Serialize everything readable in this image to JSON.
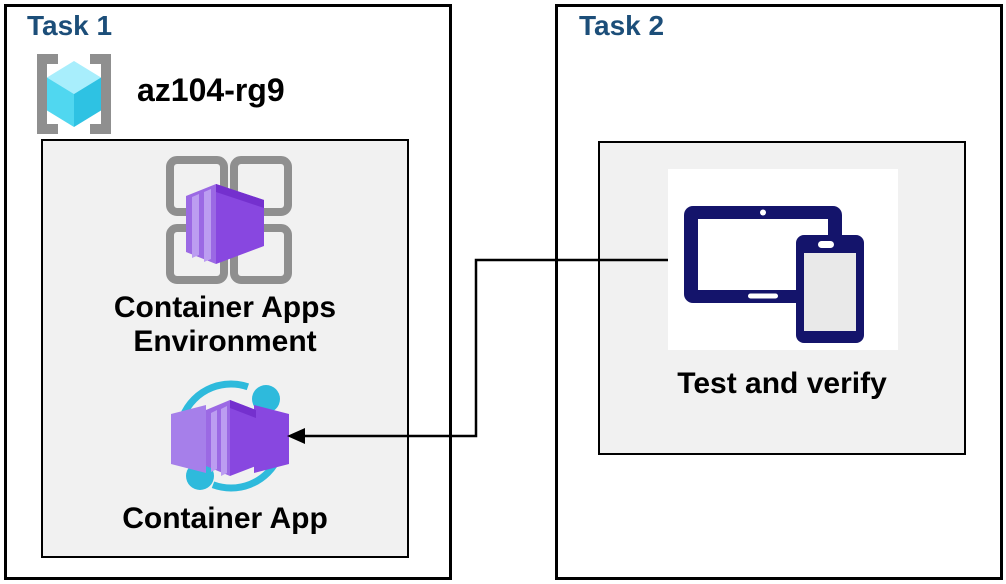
{
  "theme": {
    "title_color": "#1C4E79",
    "box_border": "#000000",
    "panel_bg": "#F1F1F1",
    "gray_icon": "#8F8F8F",
    "cyan_light": "#A8EEFC",
    "cyan_mid": "#50D7F0",
    "cyan_dark": "#2EC2E3",
    "purple_light": "#BC9DF1",
    "purple_mid": "#9B69E4",
    "purple_front": "#8847E0",
    "purple_dark": "#7430CE",
    "purple_flap": "#A67FEA",
    "teal": "#2EBADC",
    "navy": "#14146B",
    "screen_gray": "#E9E9E9",
    "arrow_color": "#000000"
  },
  "task1": {
    "title": "Task 1",
    "resource_group": {
      "name": "az104-rg9",
      "icon": "azure-resource-group-icon"
    },
    "environment_panel": {
      "environment_label": "Container Apps Environment",
      "environment_icon": "container-apps-environment-icon",
      "app_label": "Container App",
      "app_icon": "container-app-icon"
    }
  },
  "task2": {
    "title": "Task 2",
    "test_panel": {
      "label": "Test and verify",
      "icon": "tablet-and-phone-icon"
    }
  },
  "connector": {
    "type": "elbow-arrow",
    "from": "Test and verify",
    "to": "Container App"
  }
}
